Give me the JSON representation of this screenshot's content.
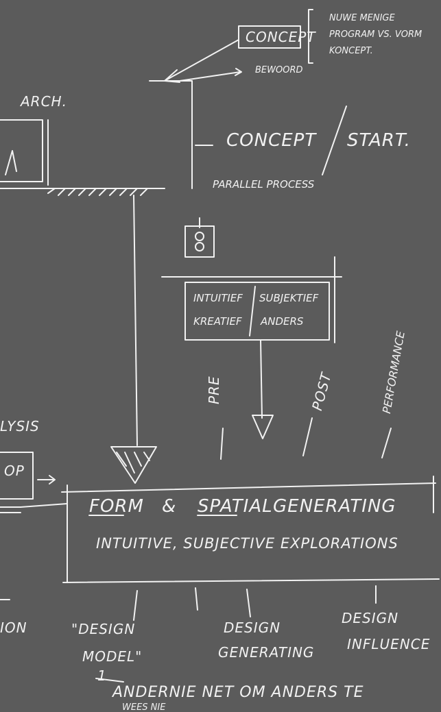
{
  "labels": {
    "concept_box": "CONCEPT",
    "note_line1": "NUWE MENIGE",
    "note_line2": "PROGRAM VS. VORM",
    "note_line3": "KONCEPT.",
    "bewoord": "BEWOORD",
    "arch": "ARCH.",
    "concept": "CONCEPT",
    "start": "START.",
    "parallel": "PARALLEL PROCESS",
    "intuitief": "INTUITIEF",
    "kreatief": "KREATIEF",
    "subjektief": "SUBJEKTIEF",
    "anders": "ANDERS",
    "lysis": "LYSIS",
    "op": "OP",
    "pre": "PRE",
    "post": "POST",
    "performance": "PERFORMANCE",
    "form": "FORM",
    "amp": "&",
    "spatial": "SPATIAL",
    "generating": "GENERATING",
    "intuitive_line": "INTUITIVE, SUBJECTIVE EXPLORATIONS",
    "design_model_1": "\"DESIGN",
    "design_model_2": "MODEL\"",
    "number": "1",
    "design_gen_1": "DESIGN",
    "design_gen_2": "GENERATING",
    "design_infl_1": "DESIGN",
    "design_infl_2": "INFLUENCE",
    "ion": "ION",
    "bottom_line": "ANDERNIE NET OM ANDERS TE",
    "wees_nie": "WEES NIE"
  },
  "colors": {
    "board": "#5b5b5b",
    "chalk": "#f2f2f2"
  }
}
